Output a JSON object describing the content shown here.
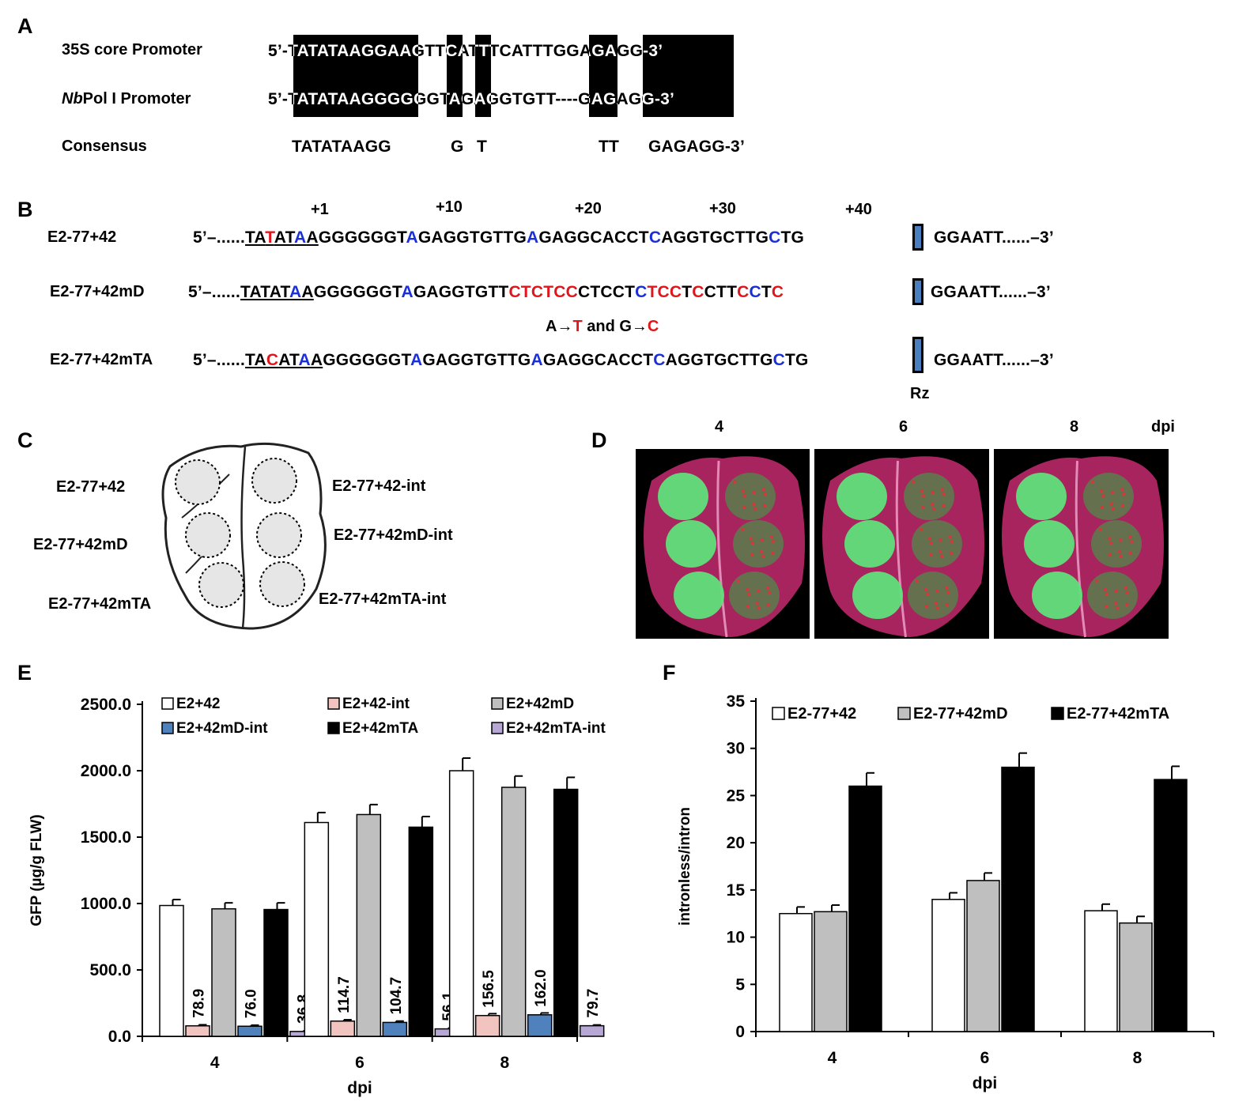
{
  "panelA": {
    "label": "A",
    "rows": [
      {
        "name": "35S core Promoter",
        "seq": "5’-TATATAAGGAAGTTCATTTCATTTGGAGAGG-3’"
      },
      {
        "name_italic": "Nb",
        "name_rest": "Pol I Promoter",
        "seq": "5’-TATATAAGGGGGGTAGAGGTGTT----GAGAGG-3’"
      },
      {
        "name": "Consensus",
        "seq1": "TATATAAGG",
        "seq2": "G",
        "seq3": "T",
        "seq4": "TT",
        "seq5": "GAGAGG-3’"
      }
    ]
  },
  "panelB": {
    "label": "B",
    "positions": [
      "+1",
      "+10",
      "+20",
      "+30",
      "+40"
    ],
    "rows": [
      {
        "name": "E2-77+42",
        "prefix": "5’–......",
        "tail": "GGAATT......–3’"
      },
      {
        "name": "E2-77+42mD",
        "prefix": "5’–......",
        "tail": "GGAATT......–3’"
      },
      {
        "name": "E2-77+42mTA",
        "prefix": "5’–......",
        "tail": "GGAATT......–3’"
      }
    ],
    "note_a": "A",
    "note_arrow1": "→",
    "note_t": "T",
    "note_and": " and G",
    "note_arrow2": "→",
    "note_c": "C",
    "rz": "Rz"
  },
  "panelC": {
    "label": "C",
    "left": [
      "E2-77+42",
      "E2-77+42mD",
      "E2-77+42mTA"
    ],
    "right": [
      "E2-77+42-int",
      "E2-77+42mD-int",
      "E2-77+42mTA-int"
    ]
  },
  "panelD": {
    "label": "D",
    "days": [
      "4",
      "6",
      "8"
    ],
    "unit": "dpi"
  },
  "panelE": {
    "label": "E"
  },
  "panelF": {
    "label": "F"
  },
  "chart_data": [
    {
      "type": "bar",
      "title": "",
      "xlabel": "dpi",
      "ylabel": "GFP (µg/g FLW)",
      "ylim": [
        0,
        2500
      ],
      "yticks": [
        "0.0",
        "500.0",
        "1000.0",
        "1500.0",
        "2000.0",
        "2500.0"
      ],
      "categories": [
        "4",
        "6",
        "8"
      ],
      "legend": "top",
      "series": [
        {
          "name": "E2+42",
          "color": "#ffffff",
          "values": [
            985,
            1610,
            2000
          ],
          "errors": [
            45,
            75,
            95
          ]
        },
        {
          "name": "E2+42-int",
          "color": "#f2c4c0",
          "values": [
            78.9,
            114.7,
            156.5
          ],
          "errors": [
            8,
            10,
            14
          ],
          "labels": [
            "78.9",
            "114.7",
            "156.5"
          ]
        },
        {
          "name": "E2+42mD",
          "color": "#bfbfbf",
          "values": [
            960,
            1670,
            1875
          ],
          "errors": [
            45,
            75,
            85
          ]
        },
        {
          "name": "E2+42mD-int",
          "color": "#4f81bd",
          "values": [
            76.0,
            104.7,
            162.0
          ],
          "errors": [
            8,
            10,
            14
          ],
          "labels": [
            "76.0",
            "104.7",
            "162.0"
          ]
        },
        {
          "name": "E2+42mTA",
          "color": "#000000",
          "values": [
            955,
            1575,
            1860
          ],
          "errors": [
            50,
            80,
            90
          ]
        },
        {
          "name": "E2+42mTA-int",
          "color": "#b7a7d4",
          "values": [
            36.8,
            56.1,
            79.7
          ],
          "errors": [
            5,
            6,
            6
          ],
          "labels": [
            "36.8",
            "56.1",
            "79.7"
          ]
        }
      ]
    },
    {
      "type": "bar",
      "title": "",
      "xlabel": "dpi",
      "ylabel": "intronless/intron",
      "ylim": [
        0,
        35
      ],
      "yticks": [
        "0",
        "5",
        "10",
        "15",
        "20",
        "25",
        "30",
        "35"
      ],
      "categories": [
        "4",
        "6",
        "8"
      ],
      "legend": "top",
      "series": [
        {
          "name": "E2-77+42",
          "color": "#ffffff",
          "values": [
            12.5,
            14.0,
            12.8
          ],
          "errors": [
            0.7,
            0.7,
            0.7
          ]
        },
        {
          "name": "E2-77+42mD",
          "color": "#bfbfbf",
          "values": [
            12.7,
            16.0,
            11.5
          ],
          "errors": [
            0.7,
            0.8,
            0.7
          ]
        },
        {
          "name": "E2-77+42mTA",
          "color": "#000000",
          "values": [
            26.0,
            28.0,
            26.7
          ],
          "errors": [
            1.4,
            1.5,
            1.4
          ]
        }
      ]
    }
  ]
}
